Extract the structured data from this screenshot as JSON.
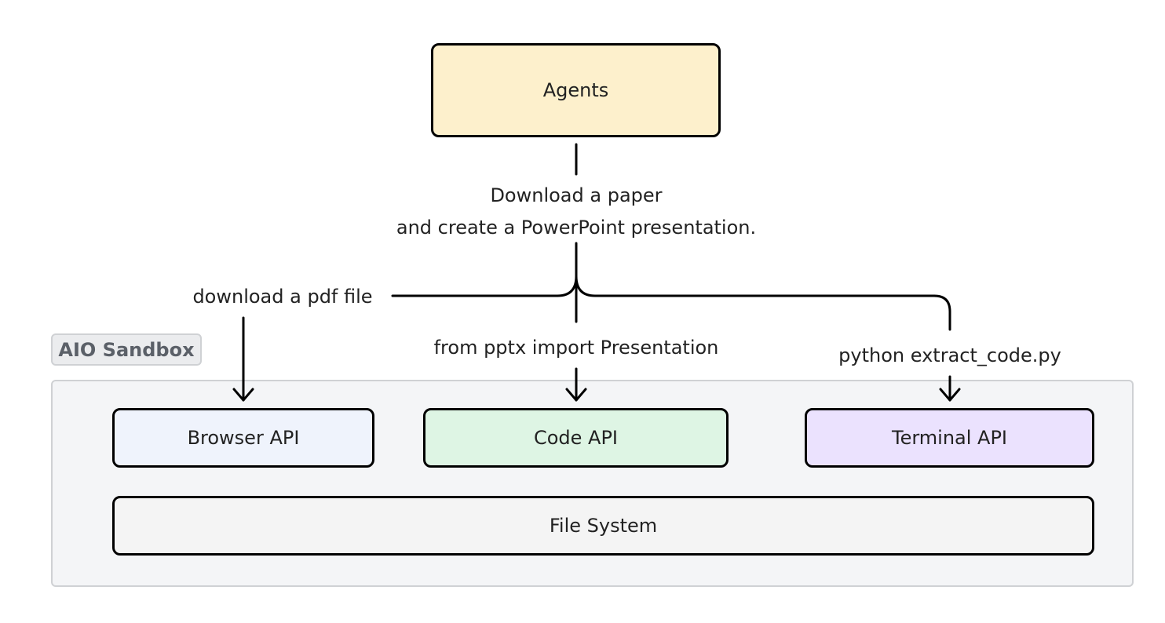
{
  "colors": {
    "agents": "#fdf0cc",
    "browser": "#eff3fc",
    "code": "#def5e4",
    "terminal": "#ebe2fe",
    "filesystem": "#f4f4f4",
    "sandbox": "#f4f5f7"
  },
  "nodes": {
    "agents": "Agents",
    "browser": "Browser API",
    "code": "Code API",
    "terminal": "Terminal API",
    "filesystem": "File System"
  },
  "group": {
    "label": "AIO Sandbox"
  },
  "edges": {
    "task_line1": "Download a paper",
    "task_line2": "and create a PowerPoint presentation.",
    "browser": "download a pdf file",
    "code": "from pptx import Presentation",
    "terminal": "python extract_code.py"
  }
}
